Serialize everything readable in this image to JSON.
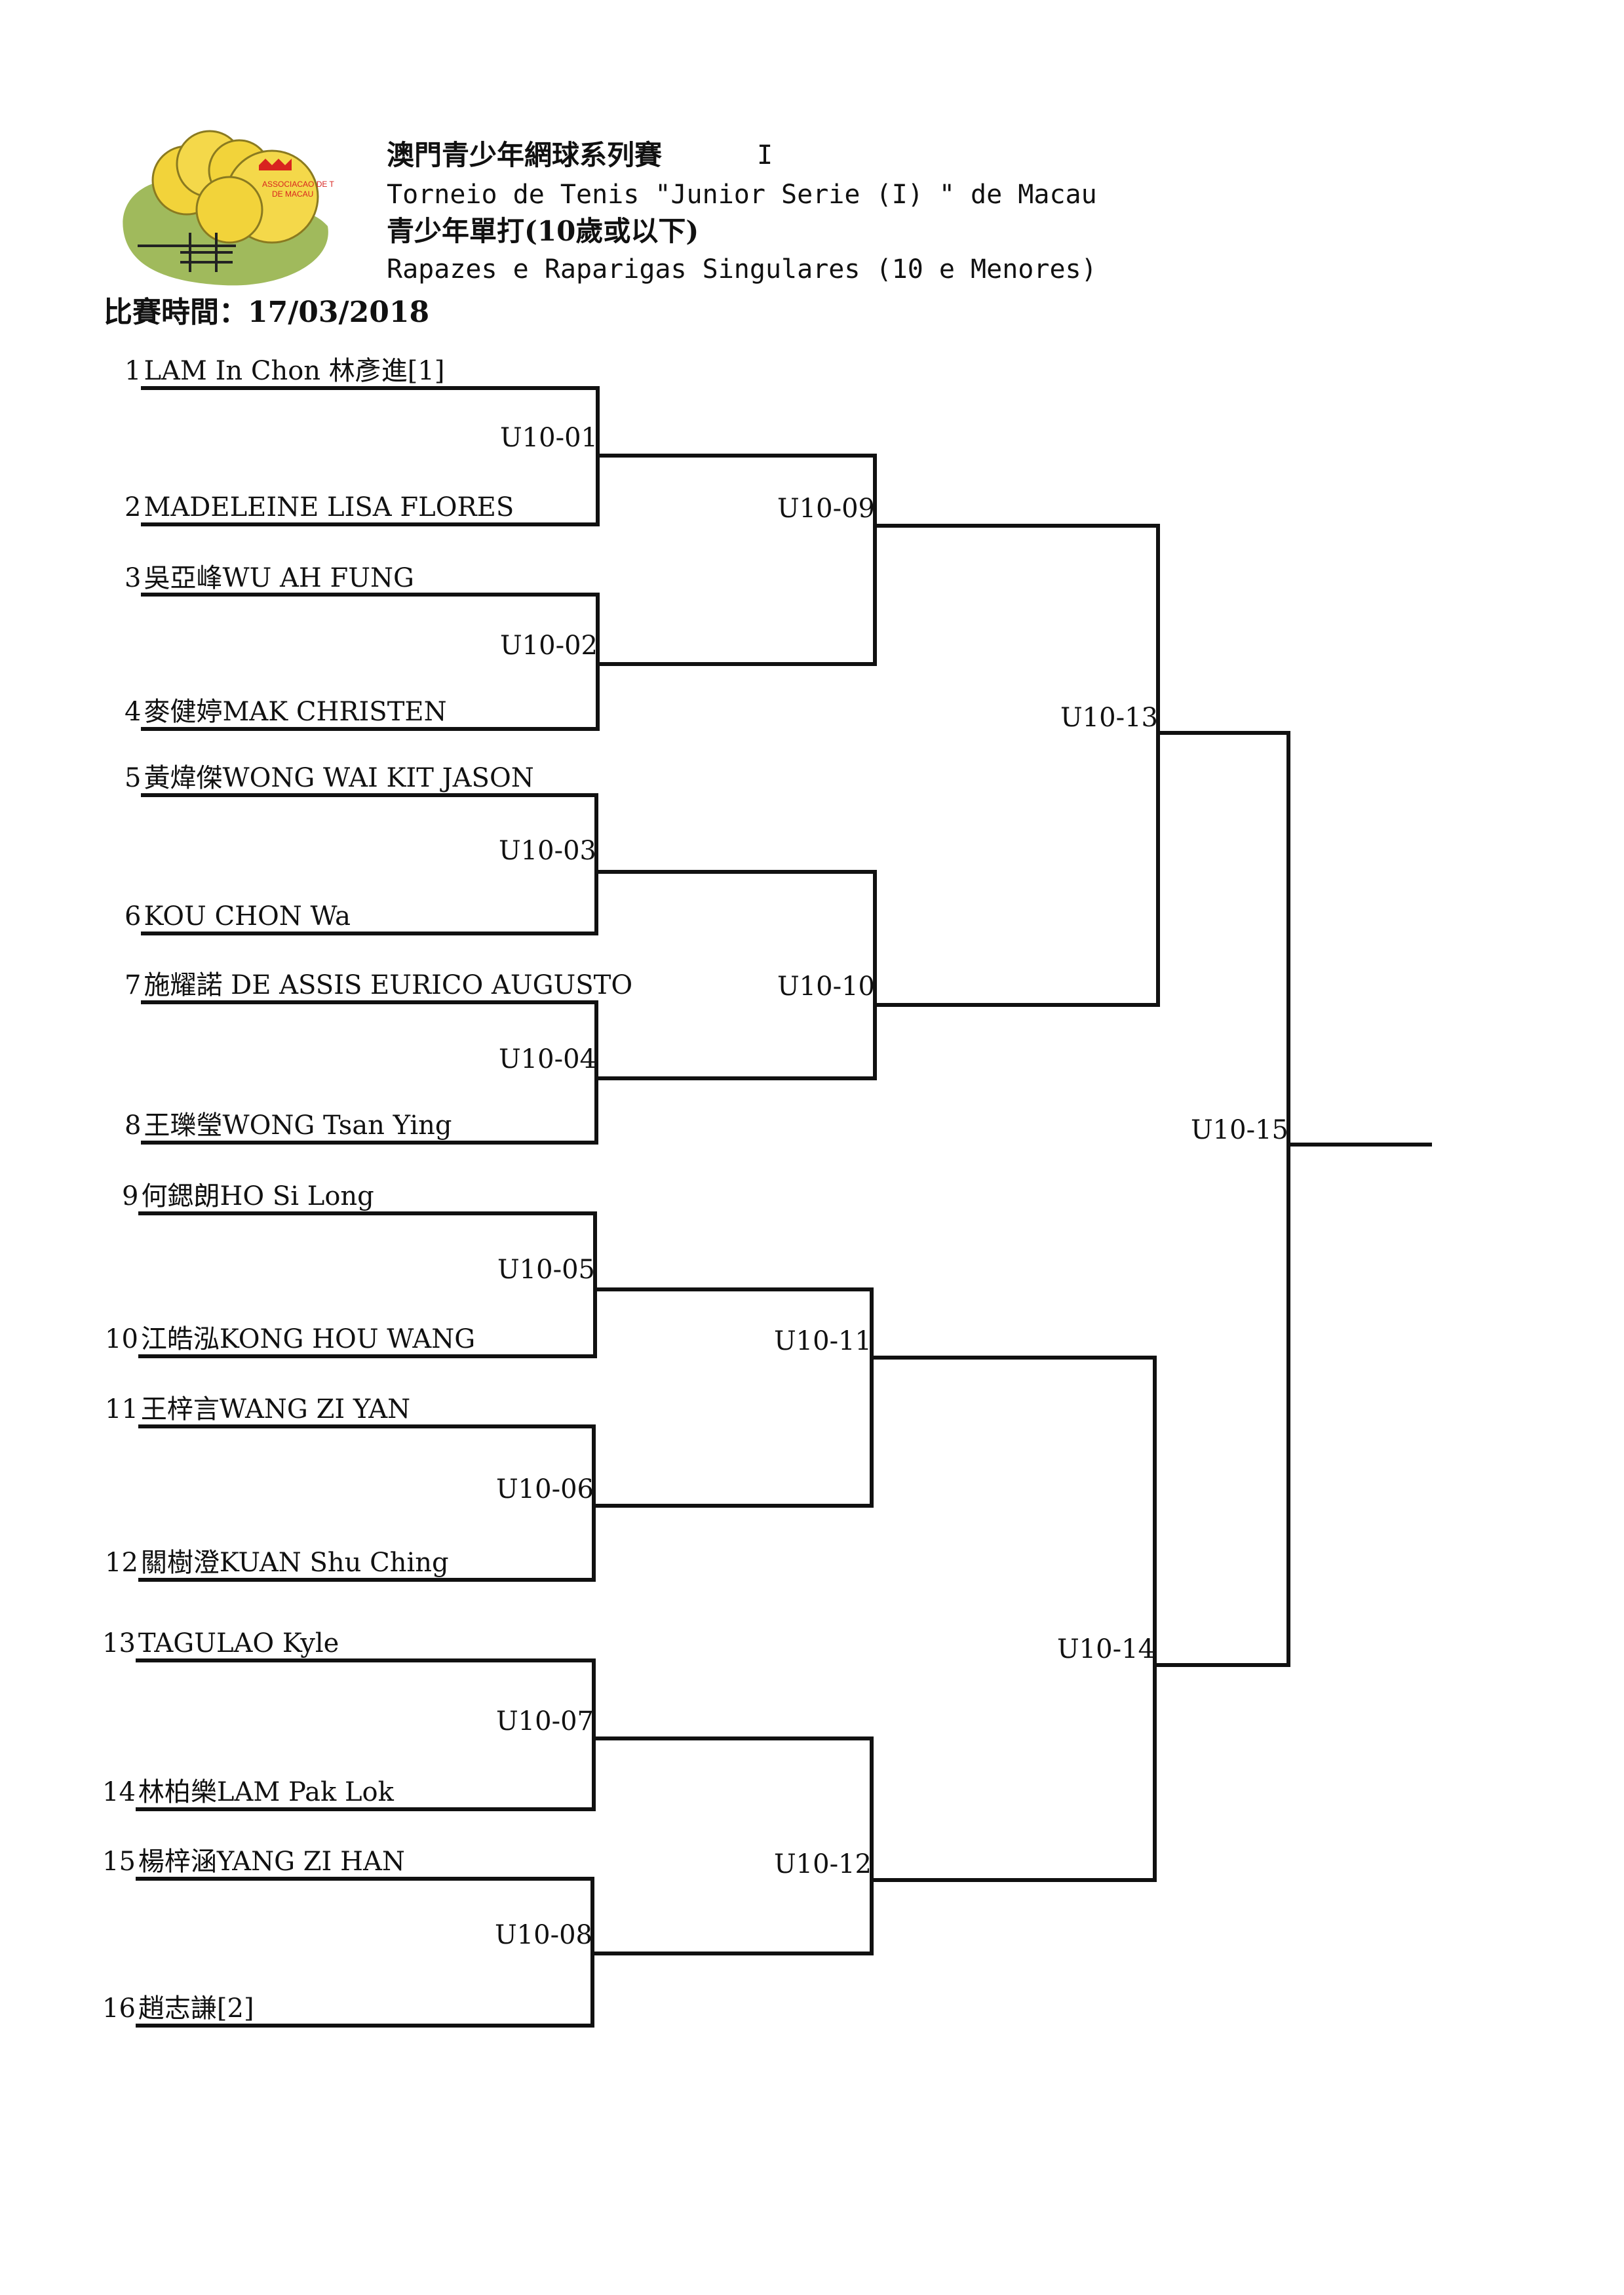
{
  "header": {
    "title_zh": "澳門青少年網球系列賽",
    "title_roman": "I",
    "title_pt": "Torneio de Tenis \"Junior Serie  (I) \" de Macau",
    "category_zh": "青少年單打(10歲或以下)",
    "category_pt": "Rapazes e  Raparigas Singulares  (10 e Menores)",
    "date_label": "比賽時間：17/03/2018"
  },
  "logo": {
    "icon": "tennis-association-logo",
    "colors": {
      "ball": "#f2d33a",
      "leaf": "#8fae3f",
      "mark": "#d8231f"
    }
  },
  "players": [
    {
      "no": "1",
      "name": "LAM In Chon 林彥進[1]"
    },
    {
      "no": "2",
      "name": "MADELEINE LISA FLORES"
    },
    {
      "no": "3",
      "name": "吳亞峰WU AH FUNG"
    },
    {
      "no": "4",
      "name": "麥健婷MAK CHRISTEN"
    },
    {
      "no": "5",
      "name": "黃煒傑WONG WAI KIT JASON"
    },
    {
      "no": "6",
      "name": "KOU CHON Wa"
    },
    {
      "no": "7",
      "name": "施耀諾 DE ASSIS EURICO AUGUSTO"
    },
    {
      "no": "8",
      "name": "王瓅瑩WONG Tsan Ying"
    },
    {
      "no": "9",
      "name": "何鍶朗HO Si Long"
    },
    {
      "no": "10",
      "name": "江皓泓KONG HOU WANG"
    },
    {
      "no": "11",
      "name": "王梓言WANG ZI YAN"
    },
    {
      "no": "12",
      "name": "關樹澄KUAN Shu Ching"
    },
    {
      "no": "13",
      "name": "TAGULAO Kyle"
    },
    {
      "no": "14",
      "name": "林柏樂LAM Pak Lok"
    },
    {
      "no": "15",
      "name": "楊梓涵YANG ZI HAN"
    },
    {
      "no": "16",
      "name": "趙志謙[2]"
    }
  ],
  "matches": {
    "round1": [
      "U10-01",
      "U10-02",
      "U10-03",
      "U10-04",
      "U10-05",
      "U10-06",
      "U10-07",
      "U10-08"
    ],
    "round2": [
      "U10-09",
      "U10-10",
      "U10-11",
      "U10-12"
    ],
    "round3": [
      "U10-13",
      "U10-14"
    ],
    "final": [
      "U10-15"
    ]
  },
  "colors": {
    "line": "#111111",
    "text": "#111111"
  }
}
